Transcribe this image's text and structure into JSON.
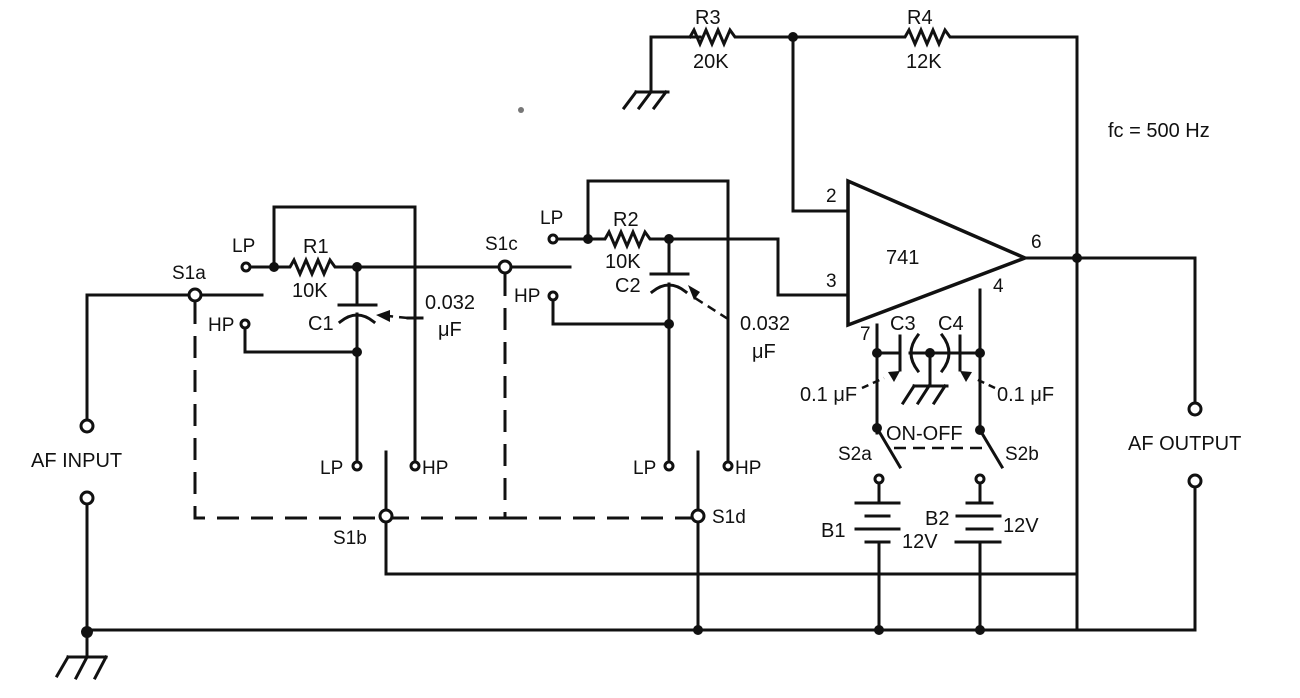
{
  "diagram": {
    "title_note": "fc = 500 Hz",
    "opamp": {
      "label": "741",
      "pins": {
        "inv": "2",
        "noninv": "3",
        "out": "6",
        "v_minus": "4",
        "v_plus": "7"
      }
    },
    "resistors": [
      {
        "ref": "R1",
        "value": "10K"
      },
      {
        "ref": "R2",
        "value": "10K"
      },
      {
        "ref": "R3",
        "value": "20K"
      },
      {
        "ref": "R4",
        "value": "12K"
      }
    ],
    "capacitors": [
      {
        "ref": "C1",
        "value_line1": "0.032",
        "value_line2": "μF"
      },
      {
        "ref": "C2",
        "value_line1": "0.032",
        "value_line2": "μF"
      },
      {
        "ref": "C3",
        "value": "0.1 μF"
      },
      {
        "ref": "C4",
        "value": "0.1 μF"
      }
    ],
    "batteries": [
      {
        "ref": "B1",
        "value": "12V"
      },
      {
        "ref": "B2",
        "value": "12V"
      }
    ],
    "switches": {
      "s1a": "S1a",
      "s1b": "S1b",
      "s1c": "S1c",
      "s1d": "S1d",
      "s2a": "S2a",
      "s2b": "S2b",
      "s2_label": "ON-OFF"
    },
    "positions": {
      "lp": "LP",
      "hp": "HP"
    },
    "ports": {
      "input": "AF INPUT",
      "output": "AF OUTPUT"
    }
  }
}
